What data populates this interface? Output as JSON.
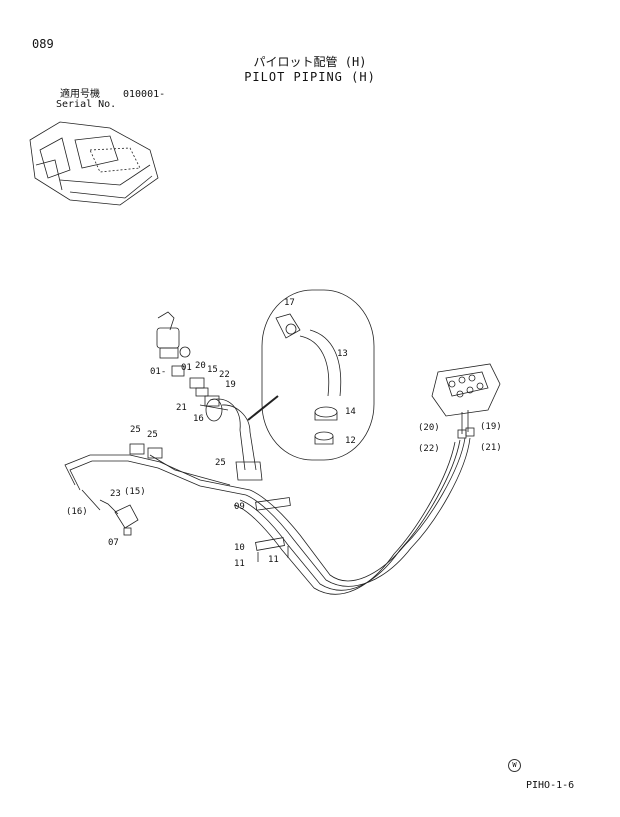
{
  "header": {
    "page_number": "089",
    "title_jp": "パイロット配管 (H)",
    "title_en": "PILOT PIPING (H)",
    "serial_label_jp": "適用号機",
    "serial_value": "010001-",
    "serial_label_en": "Serial No."
  },
  "callouts": {
    "c01a": "01",
    "c01b": "01-",
    "c20": "20",
    "c15": "15",
    "c22": "22",
    "c19": "19",
    "c21": "21",
    "c16": "16",
    "c17": "17",
    "c13": "13",
    "c14": "14",
    "c12": "12",
    "c25a": "25",
    "c25b": "25",
    "c25c": "25",
    "c23": "23",
    "c15p": "(15)",
    "c16p": "(16)",
    "c07": "07",
    "c09": "09",
    "c10": "10",
    "c11a": "11",
    "c11b": "11",
    "c20p": "(20)",
    "c19p": "(19)",
    "c22p": "(22)",
    "c21p": "(21)"
  },
  "footer": {
    "watermark": "W",
    "code": "PIHO-1-6"
  }
}
